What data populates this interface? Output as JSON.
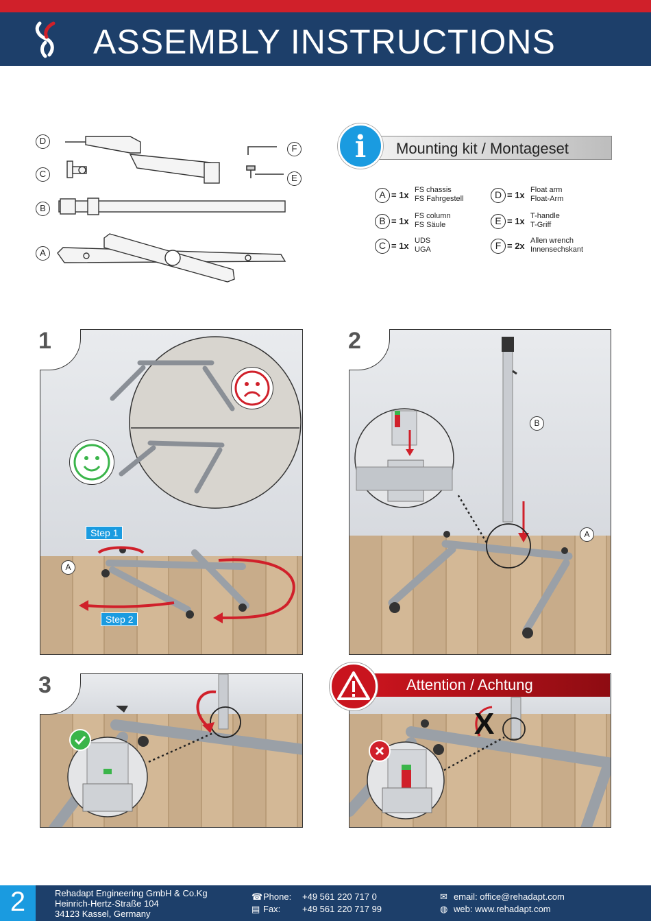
{
  "header": {
    "title": "ASSEMBLY  INSTRUCTIONS",
    "accent_color": "#d0202a",
    "brand_color": "#1d3f6a"
  },
  "parts_drawing": {
    "labels": [
      "D",
      "C",
      "B",
      "A",
      "F",
      "E"
    ]
  },
  "kit": {
    "title": "Mounting kit / Montageset",
    "items": [
      {
        "letter": "A",
        "qty": "= 1x",
        "name_en": "FS chassis",
        "name_de": "FS Fahrgestell"
      },
      {
        "letter": "B",
        "qty": "= 1x",
        "name_en": "FS column",
        "name_de": "FS Säule"
      },
      {
        "letter": "C",
        "qty": "= 1x",
        "name_en": "UDS",
        "name_de": "UGA"
      },
      {
        "letter": "D",
        "qty": "= 1x",
        "name_en": "Float arm",
        "name_de": "Float-Arm"
      },
      {
        "letter": "E",
        "qty": "= 1x",
        "name_en": "T-handle",
        "name_de": "T-Griff"
      },
      {
        "letter": "F",
        "qty": "= 2x",
        "name_en": "Allen wrench",
        "name_de": "Innensechskant"
      }
    ]
  },
  "steps": {
    "s1": {
      "number": "1",
      "callout": "A",
      "tag1": "Step 1",
      "tag2": "Step 2"
    },
    "s2": {
      "number": "2",
      "callout_b": "B",
      "callout_a": "A"
    },
    "s3": {
      "number": "3"
    },
    "s4": {
      "attention": "Attention / Achtung",
      "mark": "X"
    }
  },
  "footer": {
    "page": "2",
    "company": "Rehadapt Engineering GmbH & Co.Kg",
    "street": "Heinrich-Hertz-Straße 104",
    "city": "34123 Kassel, Germany",
    "phone_label": "Phone:",
    "phone": "+49 561 220 717 0",
    "fax_label": "Fax:",
    "fax": "+49 561 220 717 99",
    "email": "email: office@rehadapt.com",
    "web": "web: www.rehadapt.com"
  }
}
